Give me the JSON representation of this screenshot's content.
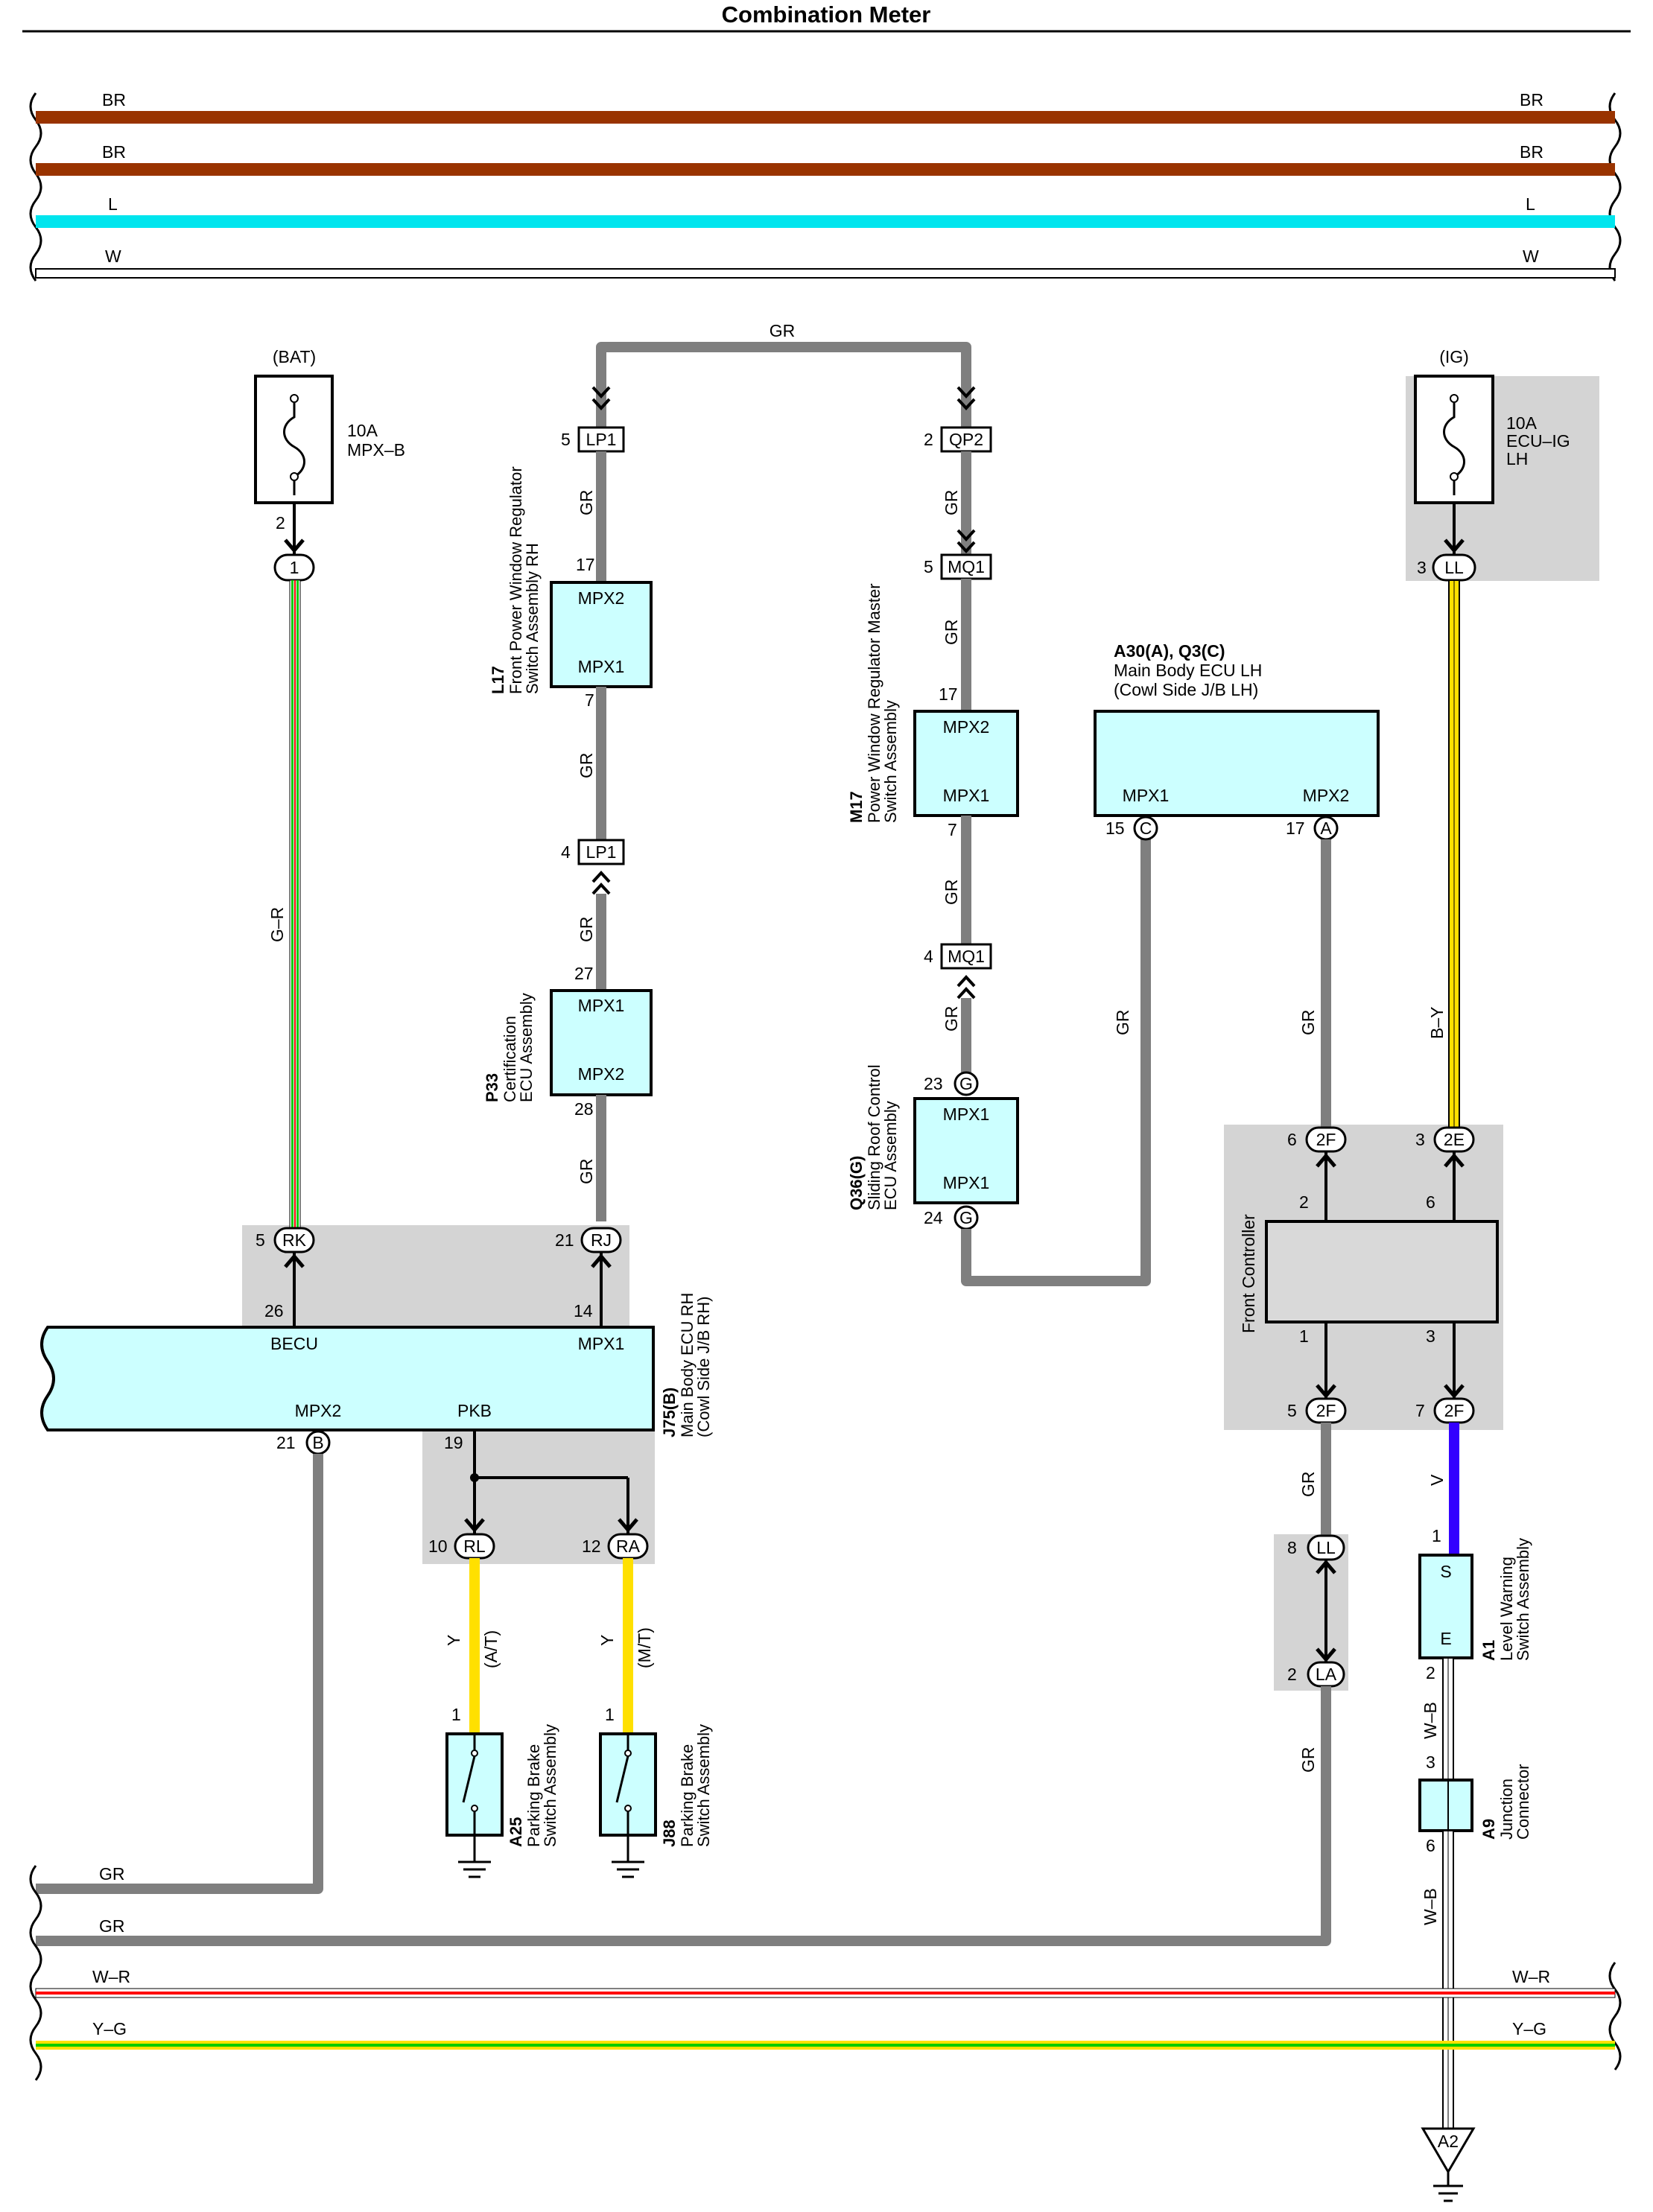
{
  "title": "Combination Meter",
  "colors": {
    "BR": "#993300",
    "L": "#00e5ee",
    "W": "#ffffff",
    "GR": "#7f7f7f",
    "G_R_green": "#00cc00",
    "G_R_red": "#ff0000",
    "Y": "#ffe000",
    "B_Y": "#ffe000",
    "V": "#3300ff",
    "W_R_red": "#ff0000",
    "Y_G_yellow": "#ffe000",
    "Y_G_green": "#00cc00",
    "box_fill": "#ccffff",
    "shade": "#d4d4d4"
  },
  "top_bus": [
    {
      "label_left": "BR",
      "label_right": "BR"
    },
    {
      "label_left": "BR",
      "label_right": "BR"
    },
    {
      "label_left": "L",
      "label_right": "L"
    },
    {
      "label_left": "W",
      "label_right": "W"
    }
  ],
  "bottom_bus": [
    {
      "label_left": "GR",
      "label_right": ""
    },
    {
      "label_left": "GR",
      "label_right": ""
    },
    {
      "label_left": "W–R",
      "label_right": "W–R"
    },
    {
      "label_left": "Y–G",
      "label_right": "Y–G"
    }
  ],
  "fuse_bat": {
    "source": "(BAT)",
    "rating": "10A",
    "name": "MPX–B",
    "pin": "2",
    "conn_pin": "1",
    "wire": "G–R"
  },
  "fuse_ig": {
    "source": "(IG)",
    "rating": "10A",
    "name_1": "ECU–IG",
    "name_2": "LH",
    "pin": "3",
    "conn": "LL",
    "wire": "B–Y"
  },
  "gr_top": "GR",
  "l17": {
    "id": "L17",
    "name_1": "Front Power Window Regulator",
    "name_2": "Switch Assembly RH",
    "port_top": "MPX2",
    "port_bottom": "MPX1",
    "pin_top": "17",
    "pin_bottom": "7",
    "conn_top": "LP1",
    "conn_top_pin": "5",
    "conn_bottom": "LP1",
    "conn_bottom_pin": "4",
    "wire_a": "GR",
    "wire_b": "GR",
    "wire_c": "GR"
  },
  "p33": {
    "id": "P33",
    "name_1": "Certification",
    "name_2": "ECU Assembly",
    "port_top": "MPX1",
    "port_bottom": "MPX2",
    "pin_top": "27",
    "pin_bottom": "28",
    "wire": "GR"
  },
  "m17": {
    "id": "M17",
    "name_1": "Power Window Regulator Master",
    "name_2": "Switch Assembly",
    "port_top": "MPX2",
    "port_bottom": "MPX1",
    "pin_top": "17",
    "pin_bottom": "7",
    "conn_qp2": "QP2",
    "conn_qp2_pin": "2",
    "conn_mq1_top": "MQ1",
    "conn_mq1_top_pin": "5",
    "conn_mq1_bot": "MQ1",
    "conn_mq1_bot_pin": "4",
    "wire_a": "GR",
    "wire_b": "GR",
    "wire_c": "GR",
    "wire_d": "GR"
  },
  "q36": {
    "id": "Q36(G)",
    "name_1": "Sliding Roof Control",
    "name_2": "ECU Assembly",
    "port_top": "MPX1",
    "port_bottom": "MPX1",
    "pin_top": "23",
    "pin_top_conn": "G",
    "pin_bottom": "24",
    "pin_bottom_conn": "G"
  },
  "a30": {
    "id": "A30(A), Q3(C)",
    "name_1": "Main Body ECU LH",
    "name_2": "(Cowl Side J/B LH)",
    "port_left": "MPX1",
    "port_right": "MPX2",
    "pin_left": "15",
    "pin_left_conn": "C",
    "pin_right": "17",
    "pin_right_conn": "A",
    "wire_left": "GR",
    "wire_right": "GR"
  },
  "front_controller": {
    "name": "Front Controller",
    "pin_top_left": "2",
    "pin_top_right": "6",
    "pin_bottom_left": "1",
    "pin_bottom_right": "3",
    "conn_top_left": "2F",
    "conn_top_left_pin": "6",
    "conn_top_right": "2E",
    "conn_top_right_pin": "3",
    "conn_bottom_left": "2F",
    "conn_bottom_left_pin": "5",
    "conn_bottom_right": "2F",
    "conn_bottom_right_pin": "7",
    "wire_bottom_left": "GR",
    "wire_bottom_right": "V"
  },
  "j75": {
    "id": "J75(B)",
    "name_1": "Main Body ECU RH",
    "name_2": "(Cowl Side J/B RH)",
    "port_becu": "BECU",
    "port_mpx1": "MPX1",
    "port_mpx2": "MPX2",
    "port_pkb": "PKB",
    "pin_becu": "26",
    "pin_mpx1": "14",
    "pin_mpx2": "21",
    "pin_mpx2_conn": "B",
    "pin_pkb": "19",
    "conn_rk": "RK",
    "conn_rk_pin": "5",
    "conn_rj": "RJ",
    "conn_rj_pin": "21",
    "conn_rl": "RL",
    "conn_rl_pin": "10",
    "conn_ra": "RA",
    "conn_ra_pin": "12"
  },
  "a25": {
    "id": "A25",
    "name_1": "Parking Brake",
    "name_2": "Switch Assembly",
    "pin": "1",
    "wire": "Y",
    "variant": "(A/T)"
  },
  "j88": {
    "id": "J88",
    "name_1": "Parking Brake",
    "name_2": "Switch Assembly",
    "pin": "1",
    "wire": "Y",
    "variant": "(M/T)"
  },
  "ll_la": {
    "conn_ll": "LL",
    "conn_ll_pin": "8",
    "conn_la": "LA",
    "conn_la_pin": "2",
    "wire_bottom": "GR"
  },
  "a1": {
    "id": "A1",
    "name_1": "Level Warning",
    "name_2": "Switch Assembly",
    "pin_top": "1",
    "port_top": "S",
    "port_bottom": "E",
    "pin_bottom": "2",
    "wire": "W–B"
  },
  "a9": {
    "id": "A9",
    "name_1": "Junction",
    "name_2": "Connector",
    "pin_top": "3",
    "pin_bottom": "6",
    "wire": "W–B"
  },
  "ground": {
    "id": "A2"
  }
}
